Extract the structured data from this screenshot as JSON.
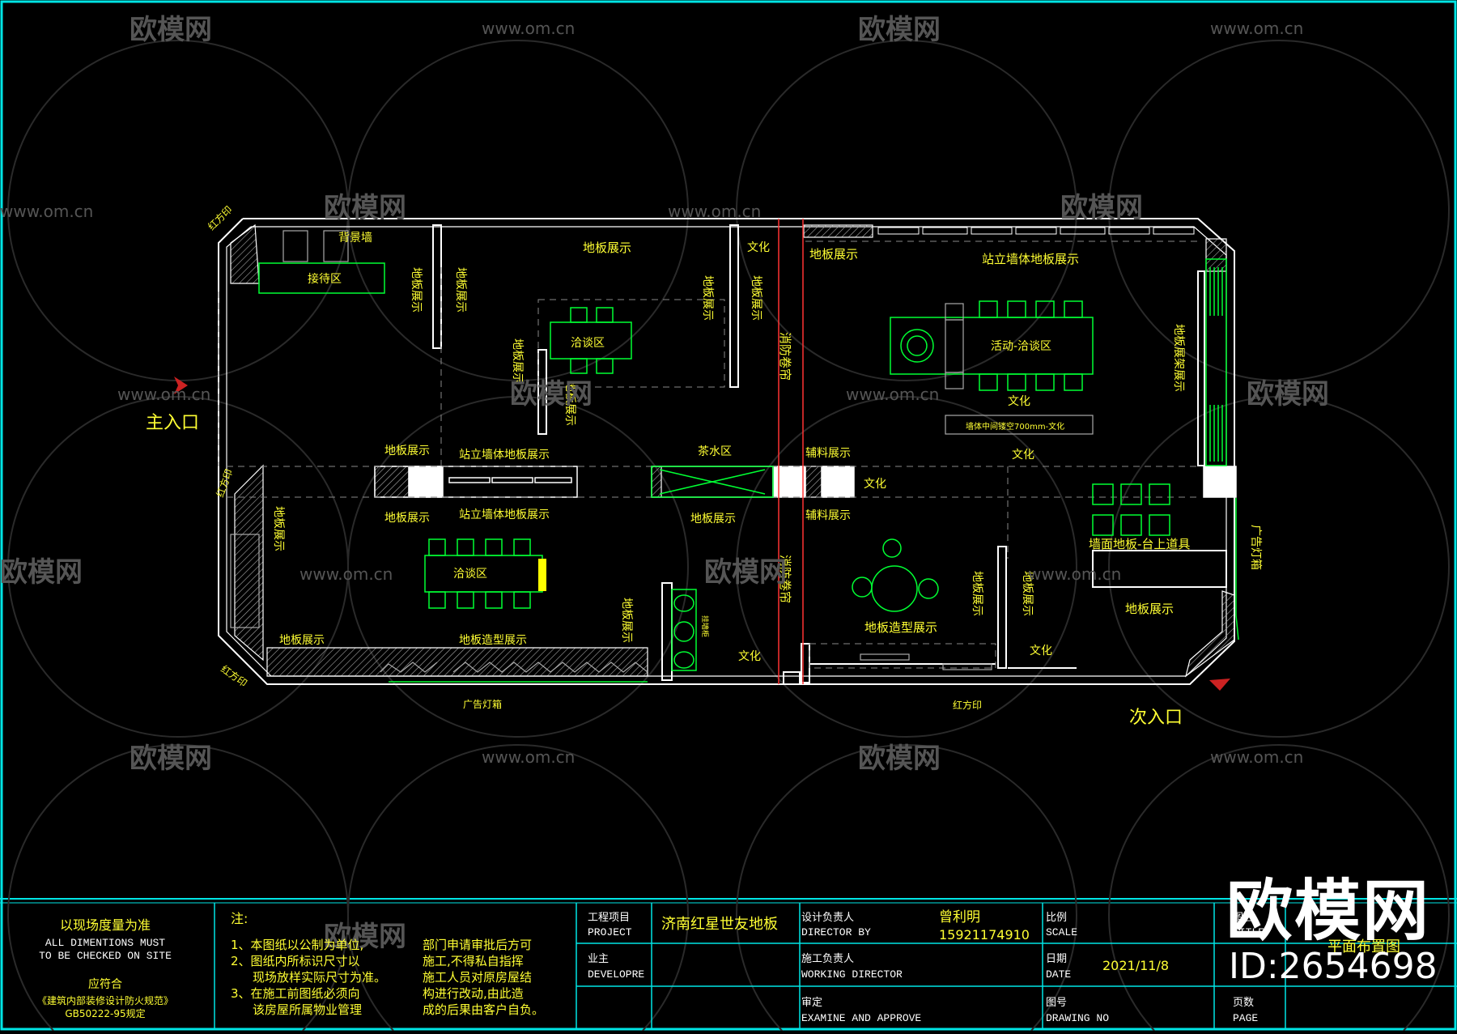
{
  "plan": {
    "entrances": {
      "main": "主入口",
      "secondary": "次入口"
    },
    "labels": {
      "hongfangyin": "红方印",
      "beijingqiang": "背景墙",
      "jiedaiqu": "接待区",
      "dibanzhanshi": "地板展示",
      "qiatanqu": "洽谈区",
      "wenhua": "文化",
      "xiaofangjuanlian": "消防卷帘",
      "zhanliqiangti": "站立墙体地板展示",
      "huodongqiatan": "活动-洽谈区",
      "qiangtilougong": "墙体中间镂空700mm-文化",
      "chashuiqu": "茶水区",
      "fuliao": "辅料展示",
      "dibanzaoxing": "地板造型展示",
      "dibanjiazhanshi": "地板展架展示",
      "qiangmian": "墙面地板-台上道具",
      "guanggaodengxiang": "广告灯箱",
      "xiaofeiqi": "挂墙柜"
    }
  },
  "title_block": {
    "note1": "以现场度量为准",
    "note2": "ALL DIMENTIONS MUST",
    "note3": "TO BE CHECKED ON SITE",
    "note4": "应符合",
    "note5": "《建筑内部装修设计防火规范》",
    "note6": "GB50222-95规定",
    "zhu": "注:",
    "rule1": "1、本图纸以公制为单位,",
    "rule2": "2、图纸内所标识尺寸以",
    "rule2b": "现场放样实际尺寸为准。",
    "rule3": "3、在施工前图纸必须向",
    "rule3b": "该房屋所属物业管理",
    "rule4a": "部门申请审批后方可",
    "rule4b": "施工,不得私自指挥",
    "rule4c": "施工人员对原房屋结",
    "rule4d": "构进行改动,由此造",
    "rule4e": "成的后果由客户自负。",
    "project_cn": "工程项目",
    "project_en": "PROJECT",
    "project_value": "济南红星世友地板",
    "owner_cn": "业主",
    "owner_en": "DEVELOPRE",
    "designer_cn": "设计负责人",
    "designer_en": "DIRECTOR BY",
    "designer_name": "曾利明",
    "designer_phone": "15921174910",
    "worker_cn": "施工负责人",
    "worker_en": "WORKING DIRECTOR",
    "approve_cn": "审定",
    "approve_en": "EXAMINE AND APPROVE",
    "scale_cn": "比例",
    "scale_en": "SCALE",
    "date_cn": "日期",
    "date_en": "DATE",
    "date_value": "2021/11/8",
    "drawno_cn": "图号",
    "drawno_en": "DRAWING NO",
    "title_cn": "图名",
    "title_en": "TITLE",
    "title_value": "平面布置图",
    "page_cn": "页数",
    "page_en": "PAGE"
  },
  "watermark": {
    "brand": "欧模网",
    "url": "www.om.cn",
    "id": "ID:2654698"
  },
  "colors": {
    "frame": "#00e5e5",
    "wall": "#ffffff",
    "furniture": "#00ff33",
    "label": "#ffff33",
    "fire": "#ff3333"
  }
}
